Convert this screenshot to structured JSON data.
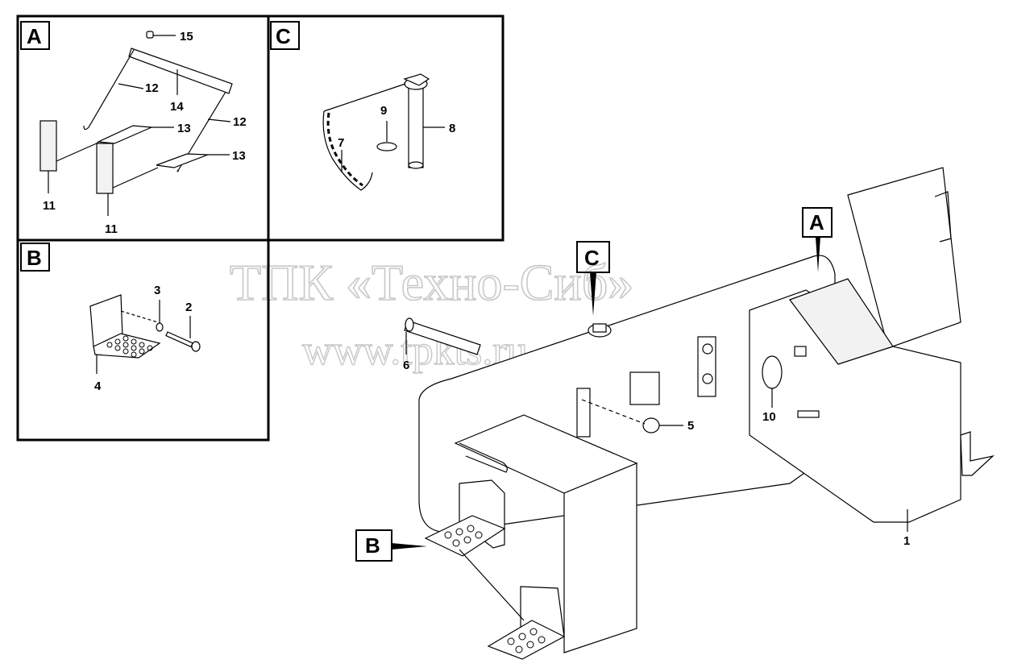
{
  "watermark": {
    "line1": "ТПК «Техно-Сиб»",
    "line2": "www.tpkts.ru"
  },
  "detail_tags": [
    "A",
    "B",
    "C"
  ],
  "view_tags": [
    "A",
    "B",
    "C"
  ],
  "callouts": {
    "p1": "1",
    "p2": "2",
    "p3": "3",
    "p4": "4",
    "p5": "5",
    "p6": "6",
    "p7": "7",
    "p8": "8",
    "p9": "9",
    "p10": "10",
    "p11a": "11",
    "p11b": "11",
    "p12a": "12",
    "p12b": "12",
    "p13a": "13",
    "p13b": "13",
    "p14": "14",
    "p15": "15"
  }
}
